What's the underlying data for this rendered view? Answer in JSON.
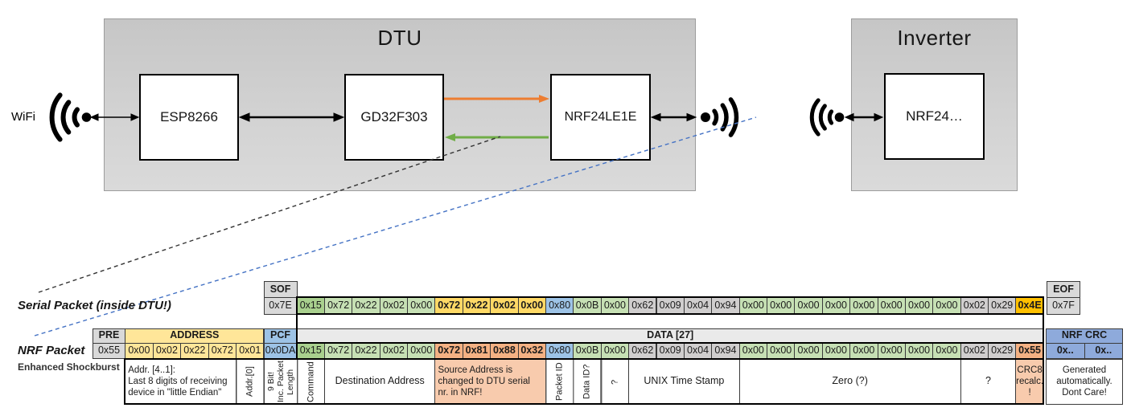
{
  "diagram": {
    "wifi_label": "WiFi",
    "dtu": {
      "title": "DTU",
      "components": [
        "ESP8266",
        "GD32F303",
        "NRF24LE1E"
      ]
    },
    "inverter": {
      "title": "Inverter",
      "components": [
        "NRF24…"
      ]
    }
  },
  "colors": {
    "green_dark": "#A9D08E",
    "green": "#C6E0B4",
    "gold": "#FFD966",
    "amber": "#FFC000",
    "blue": "#9DC3E6",
    "gray_byte": "#D0CECE",
    "salmon": "#F4B183",
    "salmon_light": "#F8CBAD",
    "header_gray": "#D9D9D9",
    "data_header_gray": "#EAEAEA",
    "crc_blue": "#8EAADB",
    "address_yellow": "#FFE699",
    "arrow_orange": "#ED7D31",
    "arrow_green": "#70AD47",
    "dash_blue": "#4472C4",
    "dash_black": "#333333"
  },
  "serial_packet": {
    "label": "Serial Packet (inside DTU!)",
    "sof_header": "SOF",
    "sof_value": "0x7E",
    "eof_header": "EOF",
    "eof_value": "0x7F",
    "bytes": [
      {
        "v": "0x15",
        "c": "g1"
      },
      {
        "v": "0x72",
        "c": "g"
      },
      {
        "v": "0x22",
        "c": "g"
      },
      {
        "v": "0x02",
        "c": "g"
      },
      {
        "v": "0x00",
        "c": "g"
      },
      {
        "v": "0x72",
        "c": "gold",
        "b": true
      },
      {
        "v": "0x22",
        "c": "gold",
        "b": true
      },
      {
        "v": "0x02",
        "c": "gold",
        "b": true
      },
      {
        "v": "0x00",
        "c": "gold",
        "b": true
      },
      {
        "v": "0x80",
        "c": "blue"
      },
      {
        "v": "0x0B",
        "c": "g"
      },
      {
        "v": "0x00",
        "c": "g"
      },
      {
        "v": "0x62",
        "c": "gray"
      },
      {
        "v": "0x09",
        "c": "gray"
      },
      {
        "v": "0x04",
        "c": "gray"
      },
      {
        "v": "0x94",
        "c": "gray"
      },
      {
        "v": "0x00",
        "c": "g"
      },
      {
        "v": "0x00",
        "c": "g"
      },
      {
        "v": "0x00",
        "c": "g"
      },
      {
        "v": "0x00",
        "c": "g"
      },
      {
        "v": "0x00",
        "c": "g"
      },
      {
        "v": "0x00",
        "c": "g"
      },
      {
        "v": "0x00",
        "c": "g"
      },
      {
        "v": "0x00",
        "c": "g"
      },
      {
        "v": "0x02",
        "c": "gray"
      },
      {
        "v": "0x29",
        "c": "gray"
      },
      {
        "v": "0x4E",
        "c": "amber",
        "b": true
      }
    ]
  },
  "nrf_packet": {
    "label": "NRF Packet",
    "sublabel": "Enhanced Shockburst",
    "pre_header": "PRE",
    "pre_value": "0x55",
    "address_header": "ADDRESS",
    "address_values": [
      "0x00",
      "0x02",
      "0x22",
      "0x72",
      "0x01"
    ],
    "pcf_header": "PCF",
    "pcf_value": "0x0DA",
    "data_header": "DATA [27]",
    "crc_header": "NRF CRC",
    "crc_values": [
      "0x..",
      "0x.."
    ],
    "bytes": [
      {
        "v": "0x15",
        "c": "g1"
      },
      {
        "v": "0x72",
        "c": "g"
      },
      {
        "v": "0x22",
        "c": "g"
      },
      {
        "v": "0x02",
        "c": "g"
      },
      {
        "v": "0x00",
        "c": "g"
      },
      {
        "v": "0x72",
        "c": "sal",
        "b": true
      },
      {
        "v": "0x81",
        "c": "sal",
        "b": true
      },
      {
        "v": "0x88",
        "c": "sal",
        "b": true
      },
      {
        "v": "0x32",
        "c": "sal",
        "b": true
      },
      {
        "v": "0x80",
        "c": "blue"
      },
      {
        "v": "0x0B",
        "c": "g"
      },
      {
        "v": "0x00",
        "c": "g"
      },
      {
        "v": "0x62",
        "c": "gray"
      },
      {
        "v": "0x09",
        "c": "gray"
      },
      {
        "v": "0x04",
        "c": "gray"
      },
      {
        "v": "0x94",
        "c": "gray"
      },
      {
        "v": "0x00",
        "c": "g"
      },
      {
        "v": "0x00",
        "c": "g"
      },
      {
        "v": "0x00",
        "c": "g"
      },
      {
        "v": "0x00",
        "c": "g"
      },
      {
        "v": "0x00",
        "c": "g"
      },
      {
        "v": "0x00",
        "c": "g"
      },
      {
        "v": "0x00",
        "c": "g"
      },
      {
        "v": "0x00",
        "c": "g"
      },
      {
        "v": "0x02",
        "c": "gray"
      },
      {
        "v": "0x29",
        "c": "gray"
      },
      {
        "v": "0x55",
        "c": "sal",
        "b": true
      }
    ],
    "annotations": [
      {
        "from": 1,
        "to": 4,
        "text": "Addr. [4..1]:\nLast 8 digits of receiving\ndevice in \"little Endian\"",
        "align": "left",
        "fs": 11.5
      },
      {
        "from": 5,
        "to": 5,
        "text": "Addr.[0]",
        "vertical": true
      },
      {
        "from": 6,
        "to": 6,
        "text": "9 Bit!\nInc. Packet\nLength",
        "vertical": true,
        "fs": 10.5
      },
      {
        "from": 7,
        "to": 7,
        "text": "Command",
        "vertical": true
      },
      {
        "from": 8,
        "to": 11,
        "text": "Destination Address"
      },
      {
        "from": 12,
        "to": 15,
        "text": "Source Address is\nchanged to DTU serial\nnr. in NRF!",
        "bg": "salmon_light",
        "align": "left",
        "fs": 11.5
      },
      {
        "from": 16,
        "to": 16,
        "text": "Packet ID",
        "vertical": true
      },
      {
        "from": 17,
        "to": 17,
        "text": "Data ID?",
        "vertical": true
      },
      {
        "from": 18,
        "to": 18,
        "text": "?",
        "vertical": true
      },
      {
        "from": 19,
        "to": 22,
        "text": "UNIX Time Stamp"
      },
      {
        "from": 23,
        "to": 30,
        "text": "Zero (?)"
      },
      {
        "from": 31,
        "to": 32,
        "text": "?"
      },
      {
        "from": 33,
        "to": 33,
        "text": "CRC8\nrecalc.\n!",
        "bg": "salmon_light",
        "fs": 11.5
      },
      {
        "from": 34,
        "to": 35,
        "text": "Generated\nautomatically.\nDont Care!",
        "fs": 11.5
      }
    ]
  }
}
